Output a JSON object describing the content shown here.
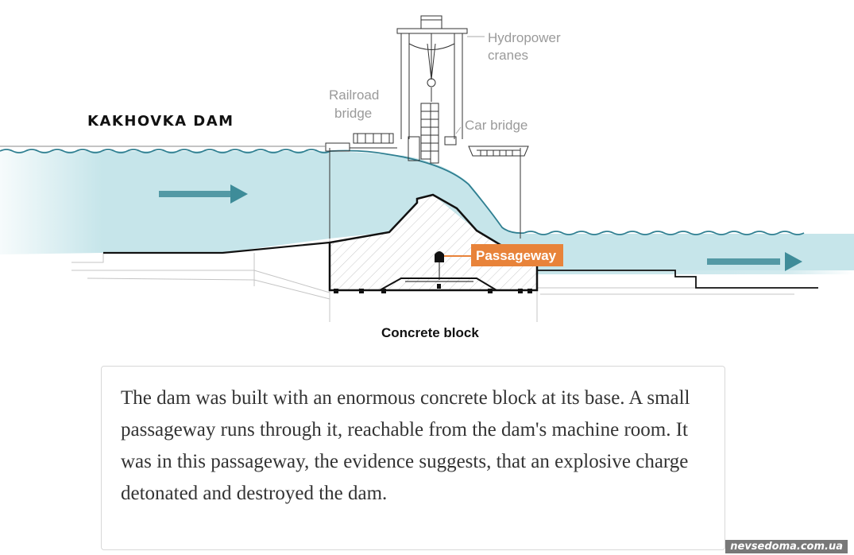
{
  "diagram": {
    "title": "KAKHOVKA DAM",
    "labels": {
      "hydropower_cranes_line1": "Hydropower",
      "hydropower_cranes_line2": "cranes",
      "railroad_bridge_line1": "Railroad",
      "railroad_bridge_line2": "bridge",
      "car_bridge": "Car bridge",
      "passageway": "Passageway",
      "concrete_block": "Concrete block"
    },
    "colors": {
      "water": "#c6e5ea",
      "water_wave": "#2f7f91",
      "flow_arrow": "#3e8c99",
      "passageway_tag": "#e8833a",
      "structure_line": "#111111",
      "faint_line": "#b5b5b5"
    }
  },
  "caption": {
    "text": "The dam was built with an enormous concrete block at its base. A small passageway runs through it, reachable from the dam's machine room. It was in this passageway, the evidence suggests, that an explosive charge detonated and destroyed the dam."
  },
  "watermark": "nevsedoma.com.ua"
}
